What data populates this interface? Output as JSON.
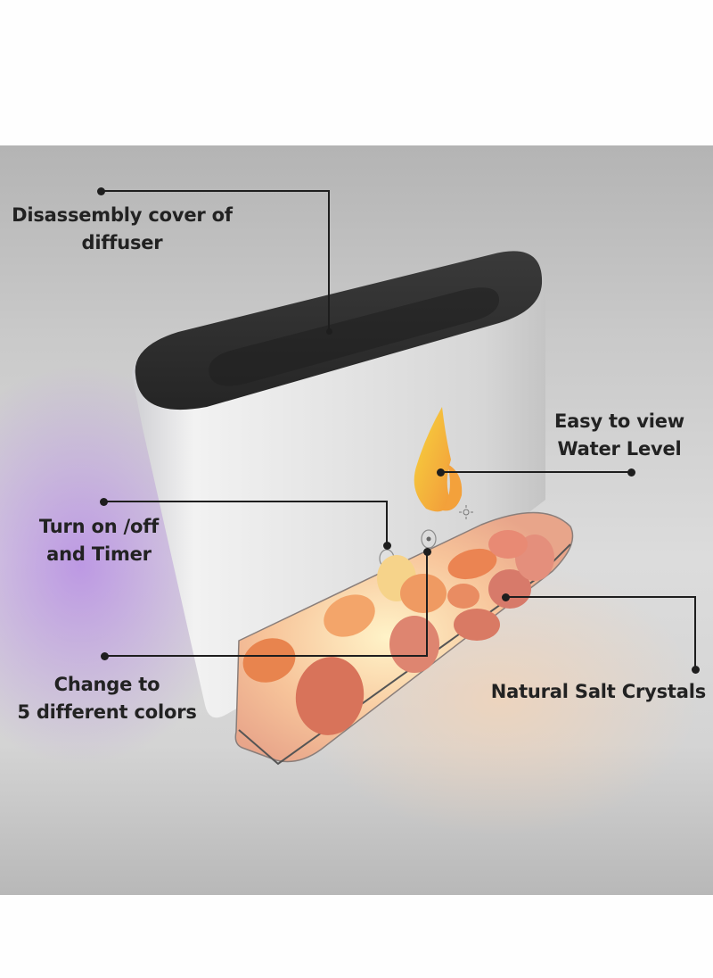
{
  "image": {
    "subject": "Flame aroma diffuser with salt crystal tray",
    "background_colors": {
      "frame": "#fefefe",
      "panel": "#cfcfcf",
      "purple_glow": "#b282e6",
      "warm_glow": "#ffd2aa"
    }
  },
  "product": {
    "cover_color": "#2f2f2f",
    "body_color": "#e6e6e6",
    "flame_colors": [
      "#f6c93a",
      "#f3a13b"
    ],
    "crystal_colors": [
      "#e07a55",
      "#f0a070",
      "#d86848",
      "#f7d089"
    ],
    "buttons": [
      {
        "name": "power-timer-button",
        "icon": "power-icon"
      },
      {
        "name": "color-mode-button",
        "icon": "light-icon"
      },
      {
        "name": "brightness-indicator",
        "icon": "sun-icon"
      }
    ]
  },
  "callouts": [
    {
      "id": "cover",
      "lines": [
        "Disassembly cover of",
        "diffuser"
      ]
    },
    {
      "id": "water_level",
      "lines": [
        "Easy to view",
        "Water Level"
      ]
    },
    {
      "id": "power",
      "lines": [
        "Turn on /off",
        "and Timer"
      ]
    },
    {
      "id": "colors",
      "lines": [
        "Change to",
        "5 different colors"
      ]
    },
    {
      "id": "salt",
      "lines": [
        "Natural Salt Crystals"
      ]
    }
  ]
}
